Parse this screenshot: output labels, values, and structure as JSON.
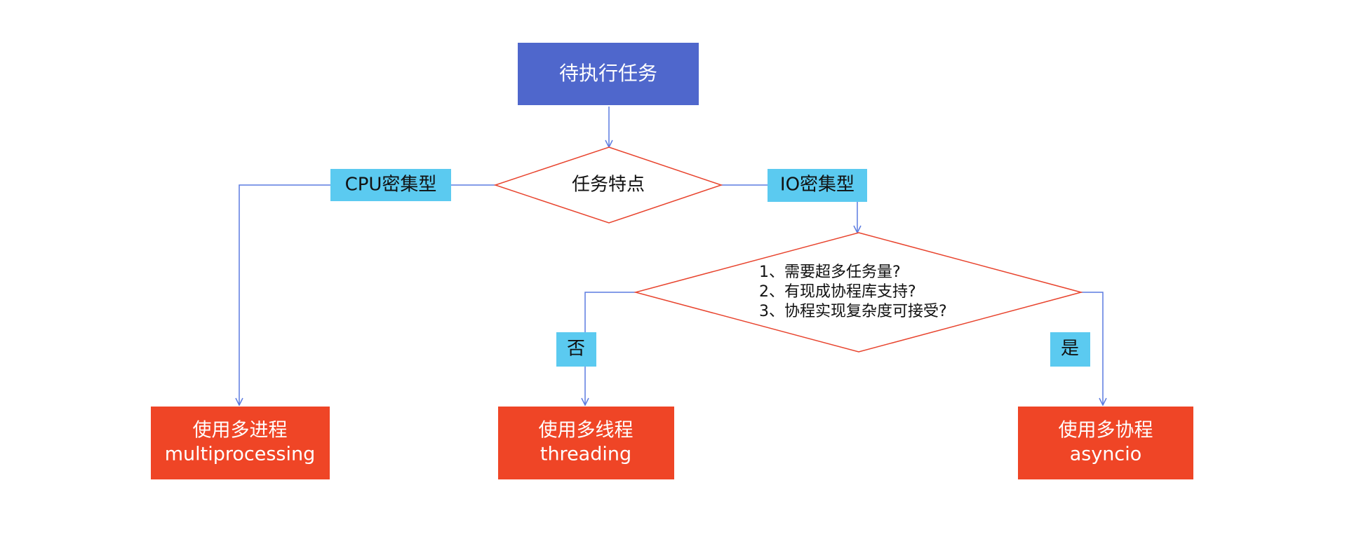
{
  "nodes": {
    "start": "待执行任务",
    "decision_type": "任务特点",
    "label_cpu": "CPU密集型",
    "label_io": "IO密集型",
    "decision_coroutine": [
      "1、需要超多任务量?",
      "2、有现成协程库支持?",
      "3、协程实现复杂度可接受?"
    ],
    "label_no": "否",
    "label_yes": "是",
    "result_multiprocessing": [
      "使用多进程",
      "multiprocessing"
    ],
    "result_threading": [
      "使用多线程",
      "threading"
    ],
    "result_asyncio": [
      "使用多协程",
      "asyncio"
    ]
  },
  "colors": {
    "start_fill": "#4f67cc",
    "decision_stroke": "#e8442e",
    "label_fill": "#5bcaf0",
    "result_fill": "#ef4526",
    "connector": "#5b7be0"
  }
}
